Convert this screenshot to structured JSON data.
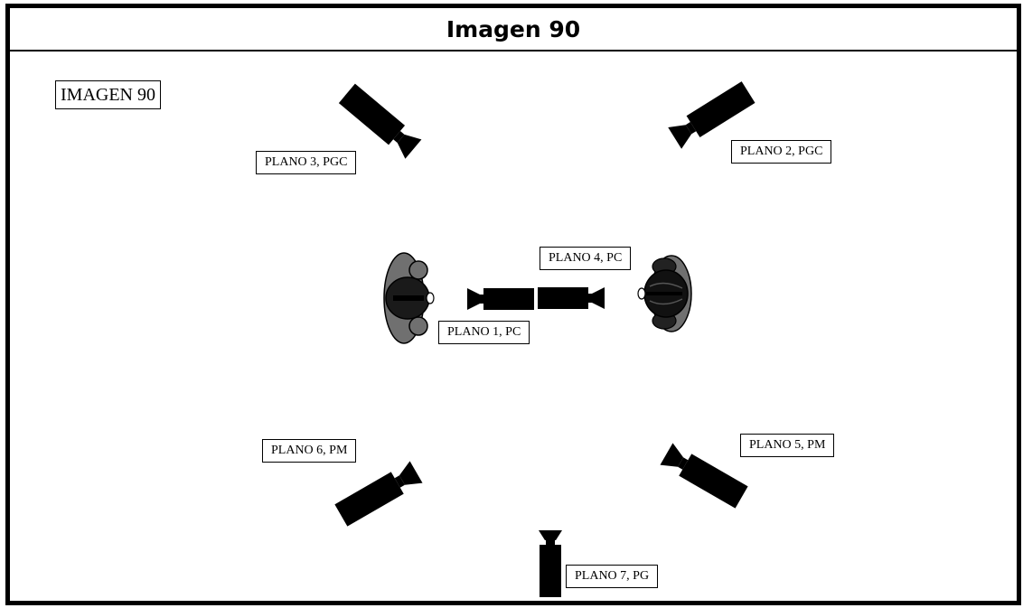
{
  "title": "Imagen 90",
  "figure_label": "IMAGEN 90",
  "shots": {
    "p1": "PLANO 1, PC",
    "p2": "PLANO 2, PGC",
    "p3": "PLANO 3, PGC",
    "p4": "PLANO 4, PC",
    "p5": "PLANO 5, PM",
    "p6": "PLANO 6, PM",
    "p7": "PLANO 7, PG"
  },
  "colors": {
    "camera": "#000000",
    "person_gray": "#707070"
  }
}
